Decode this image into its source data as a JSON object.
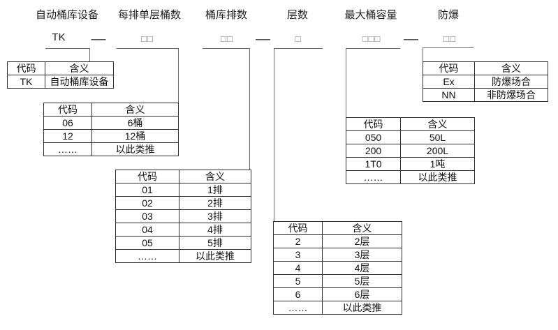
{
  "diagram": {
    "segments": [
      {
        "label": "自动桶库设备",
        "code": "TK"
      },
      {
        "label": "每排单层桶数",
        "code": "□□"
      },
      {
        "label": "桶库排数",
        "code": "□□"
      },
      {
        "label": "层数",
        "code": "□"
      },
      {
        "label": "最大桶容量",
        "code": "□□□"
      },
      {
        "label": "防爆",
        "code": "□□"
      }
    ],
    "separators": [
      "—",
      "—",
      "—"
    ],
    "tables": [
      {
        "headers": [
          "代码",
          "含义"
        ],
        "rows": [
          [
            "TK",
            "自动桶库设备"
          ]
        ]
      },
      {
        "headers": [
          "代码",
          "含义"
        ],
        "rows": [
          [
            "06",
            "6桶"
          ],
          [
            "12",
            "12桶"
          ],
          [
            "……",
            "以此类推"
          ]
        ]
      },
      {
        "headers": [
          "代码",
          "含义"
        ],
        "rows": [
          [
            "01",
            "1排"
          ],
          [
            "02",
            "2排"
          ],
          [
            "03",
            "3排"
          ],
          [
            "04",
            "4排"
          ],
          [
            "05",
            "5排"
          ],
          [
            "……",
            "以此类推"
          ]
        ]
      },
      {
        "headers": [
          "代码",
          "含义"
        ],
        "rows": [
          [
            "2",
            "2层"
          ],
          [
            "3",
            "3层"
          ],
          [
            "4",
            "4层"
          ],
          [
            "5",
            "5层"
          ],
          [
            "6",
            "6层"
          ],
          [
            "……",
            "以此类推"
          ]
        ]
      },
      {
        "headers": [
          "代码",
          "含义"
        ],
        "rows": [
          [
            "050",
            "50L"
          ],
          [
            "200",
            "200L"
          ],
          [
            "1T0",
            "1吨"
          ],
          [
            "……",
            "以此类推"
          ]
        ]
      },
      {
        "headers": [
          "代码",
          "含义"
        ],
        "rows": [
          [
            "Ex",
            "防爆场合"
          ],
          [
            "NN",
            "非防爆场合"
          ]
        ]
      }
    ],
    "colors": {
      "border": "#2e2e2e",
      "connector": "#6b6b6b",
      "box_outline": "#7a7a7a",
      "text": "#1a1a1a",
      "background": "#ffffff"
    }
  }
}
